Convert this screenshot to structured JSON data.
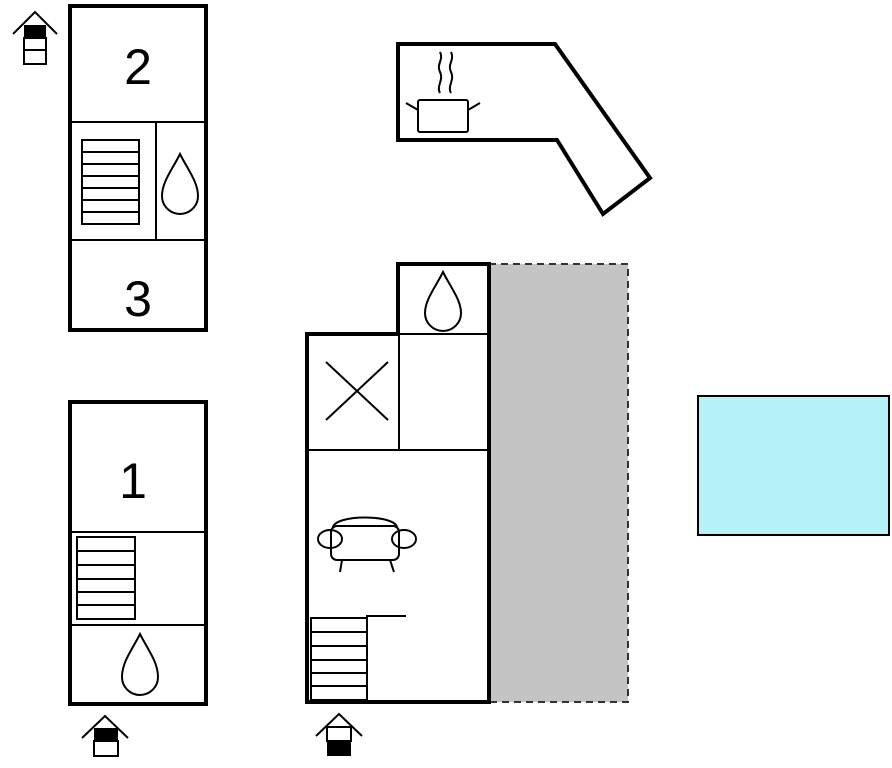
{
  "floor_plan": {
    "rooms": [
      {
        "id": "bedroom-2",
        "label": "2"
      },
      {
        "id": "bedroom-3",
        "label": "3"
      },
      {
        "id": "bedroom-1",
        "label": "1"
      }
    ],
    "icons": {
      "water_drop": "water-drop-icon",
      "stairs": "stairs-icon",
      "kitchen": "cooking-pot-icon",
      "living": "armchair-icon",
      "entrance": "entrance-house-icon",
      "hallway": "x-cross-icon"
    },
    "colors": {
      "water": "#b3f3f7",
      "pool": "#b3f3f7",
      "terrace": "#c4c4c4",
      "wall": "#000000"
    }
  }
}
